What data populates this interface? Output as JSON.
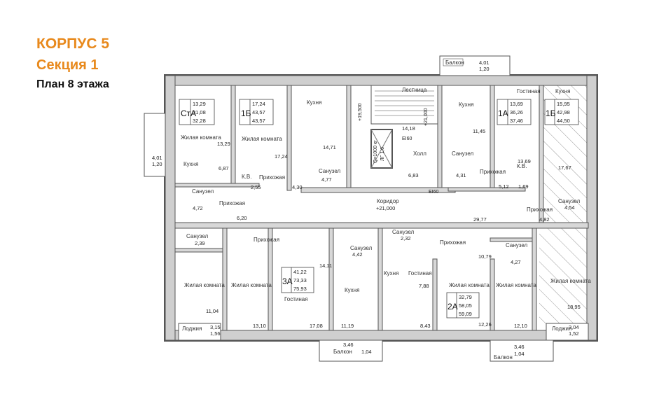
{
  "header": {
    "building": "КОРПУС 5",
    "section": "Секция 1",
    "floor_plan": "План 8 этажа"
  },
  "colors": {
    "heading": "#e8891c",
    "wall": "#555555",
    "hatch": "#999999"
  },
  "top_balcony": {
    "label": "Балкон",
    "area1": "4,01",
    "area2": "1,20"
  },
  "left_balcony": {
    "area1": "4,01",
    "area2": "1,20"
  },
  "bottom_balcony_mid": {
    "label": "Балкон",
    "area1": "3,46",
    "area2": "1,04"
  },
  "bottom_balcony_right": {
    "label": "Балкон",
    "area1": "3,46",
    "area2": "1,04"
  },
  "loggia_left": {
    "label": "Лоджия",
    "area1": "3,15",
    "area2": "1,56"
  },
  "loggia_right": {
    "label": "Лоджия",
    "area1": "3,04",
    "area2": "1,52"
  },
  "apartments": {
    "sta": {
      "code": "СтА",
      "a1": "13,29",
      "a2": "31,08",
      "a3": "32,28"
    },
    "b1": {
      "code": "1Б",
      "a1": "17,24",
      "a2": "43,57",
      "a3": "43,57"
    },
    "a1": {
      "code": "1А",
      "a1": "13,69",
      "a2": "36,26",
      "a3": "37,46"
    },
    "b1r": {
      "code": "1Б",
      "a1": "15,95",
      "a2": "42,98",
      "a3": "44,50"
    },
    "a3": {
      "code": "3А",
      "a1": "41,22",
      "a2": "73,33",
      "a3": "75,93"
    },
    "a2": {
      "code": "2А",
      "a1": "32,79",
      "a2": "58,05",
      "a3": "59,09"
    }
  },
  "rooms": {
    "living_sta": "Жилая комната",
    "living_sta_area": "13,29",
    "kitchen_sta": "Кухня",
    "kitchen_sta_area": "6,87",
    "living_b1": "Жилая комната",
    "living_b1_area": "17,24",
    "kitchen_top": "Кухня",
    "kitchen_top_area": "14,71",
    "bath_top": "Санузел",
    "bath_top_area": "4,77",
    "hall_b1": "Прихожая",
    "hall_b1_area": "4,30",
    "kv_left": "К.В.",
    "kv_left_area": "2,55",
    "bath_left": "Санузел",
    "bath_left_area": "4,72",
    "hall_left": "Прихожая",
    "hall_left_area": "6,20",
    "stairs": "Лестница",
    "stairs_level": "+19,500",
    "stairs_level2": "+21,000",
    "stairs_area": "14,18",
    "lift_label": "Q=1000 кг",
    "lift_cap": "ЛГ 1,6",
    "hall_lobby": "Холл",
    "hall_lobby_area": "6,83",
    "ei60a": "EI60",
    "ei60b": "EI60",
    "corridor": "Коридор",
    "corridor_level": "+21,000",
    "kitchen_a1": "Кухня",
    "kitchen_a1_area": "11,45",
    "living_a1": "Гостиная",
    "living_a1_area": "13,69",
    "bath_a1": "Санузел",
    "bath_a1_area": "4,31",
    "hall_a1": "Прихожая",
    "hall_a1_area": "5,12",
    "kv_right": "К.В.",
    "kv_right_area": "1,69",
    "kitchen_b1r": "Кухня",
    "kitchen_b1r_area": "17,67",
    "bath_b1r": "Санузел",
    "bath_b1r_area": "4,54",
    "hall_b1r": "Прихожая",
    "hall_b1r_area": "4,82",
    "hall_corr_right": "29,77",
    "bath_sw": "Санузел",
    "bath_sw_area": "2,39",
    "hall_sw": "Прихожая",
    "living_sw": "Жилая комната",
    "living_sw_area": "11,04",
    "living_3a": "Жилая комната",
    "living_3a_area": "13,10",
    "guest_3a": "Гостиная",
    "guest_3a_area": "17,08",
    "bath_3a": "Санузел",
    "bath_3a_area": "4,42",
    "hall_3a_area": "14,11",
    "kitchen_3a": "Кухня",
    "kitchen_3a_area": "11,19",
    "bath_2a": "Санузел",
    "bath_2a_area": "2,32",
    "hall_2a": "Прихожая",
    "guest_2a": "Гостиная",
    "guest_2a_area": "7,88",
    "kitchen_2a": "Кухня",
    "kitchen_2a_area": "8,43",
    "living_2a": "Жилая комната",
    "living_2a_area": "12,26",
    "hall_se_area": "10,79",
    "bath_se": "Санузел",
    "bath_se_area": "4,27",
    "living_se": "Жилая комната",
    "living_se_area": "12,10",
    "living_far": "Жилая комната",
    "living_far_area": "18,95"
  }
}
